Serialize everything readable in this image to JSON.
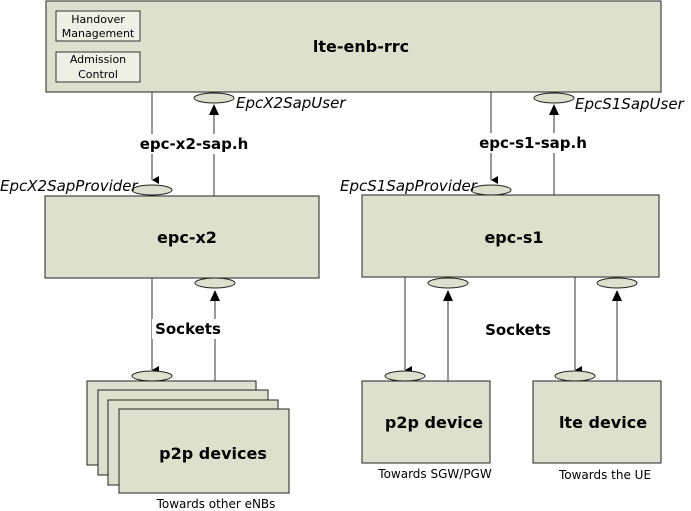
{
  "diagram": {
    "top_module": {
      "name": "lte-enb-rrc",
      "sub_modules": [
        "Handover Management",
        "Admission Control"
      ],
      "sub_module_lines": [
        [
          "Handover",
          "Management"
        ],
        [
          "Admission",
          "Control"
        ]
      ]
    },
    "x2_branch": {
      "interface_label": "epc-x2-sap.h",
      "user_sap": "EpcX2SapUser",
      "provider_sap": "EpcX2SapProvider",
      "module": "epc-x2",
      "link_label": "Sockets",
      "device": "p2p devices",
      "device_caption": "Towards other eNBs"
    },
    "s1_branch": {
      "interface_label": "epc-s1-sap.h",
      "user_sap": "EpcS1SapUser",
      "provider_sap": "EpcS1SapProvider",
      "module": "epc-s1",
      "link_label": "Sockets",
      "devices": [
        {
          "name": "p2p device",
          "caption": "Towards SGW/PGW"
        },
        {
          "name": "lte device",
          "caption": "Towards the UE"
        }
      ]
    }
  }
}
